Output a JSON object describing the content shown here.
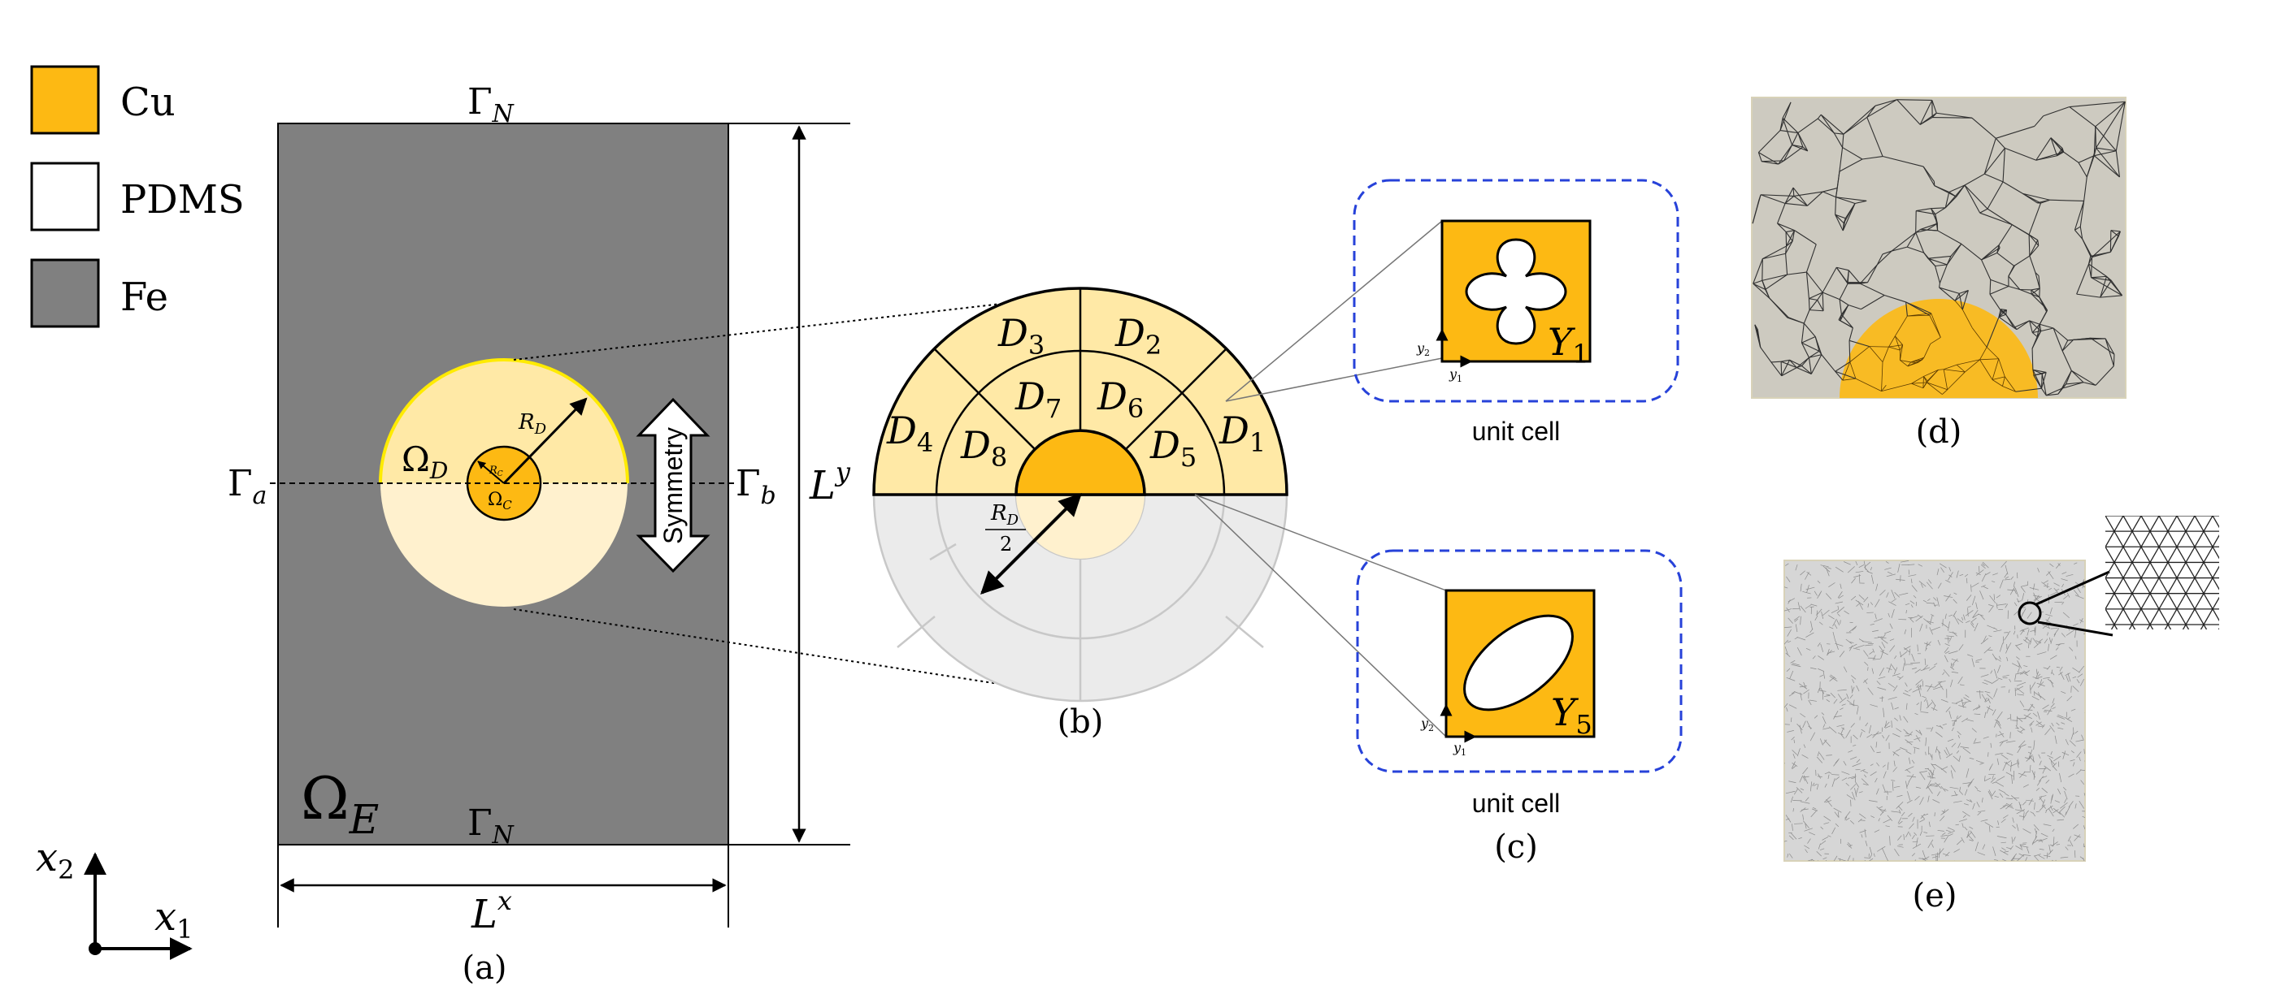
{
  "legend": [
    {
      "label": "Cu",
      "color": "#FDB913"
    },
    {
      "label": "PDMS",
      "color": "#FFFFFF"
    },
    {
      "label": "Fe",
      "color": "#808080"
    }
  ],
  "panel_a": {
    "caption": "(a)",
    "gamma_n_top": "Γ",
    "gamma_n_top_sub": "N",
    "gamma_n_bottom": "Γ",
    "gamma_n_bottom_sub": "N",
    "gamma_a": "Γ",
    "gamma_a_sub": "a",
    "gamma_b": "Γ",
    "gamma_b_sub": "b",
    "omega_d": "Ω",
    "omega_d_sub": "D",
    "omega_c": "Ω",
    "omega_c_sub": "C",
    "omega_e": "Ω",
    "omega_e_sub": "E",
    "r_d": "R",
    "r_d_sub": "D",
    "r_c": "R",
    "r_c_sub": "C",
    "symmetry": "Symmetry",
    "l_y": "L",
    "l_y_sup": "y",
    "l_x": "L",
    "l_x_sup": "x",
    "axis_x2": "x",
    "axis_x2_sub": "2",
    "axis_x1": "x",
    "axis_x1_sub": "1"
  },
  "panel_b": {
    "caption": "(b)",
    "regions": [
      {
        "name": "D",
        "sub": "1"
      },
      {
        "name": "D",
        "sub": "2"
      },
      {
        "name": "D",
        "sub": "3"
      },
      {
        "name": "D",
        "sub": "4"
      },
      {
        "name": "D",
        "sub": "5"
      },
      {
        "name": "D",
        "sub": "6"
      },
      {
        "name": "D",
        "sub": "7"
      },
      {
        "name": "D",
        "sub": "8"
      }
    ],
    "half_radius_num": "R",
    "half_radius_num_sub": "D",
    "half_radius_den": "2"
  },
  "panel_c": {
    "caption": "(c)",
    "cells": [
      {
        "label": "Y",
        "label_sub": "1",
        "caption": "unit cell",
        "axis_y1": "y",
        "axis_y1_sub": "1",
        "axis_y2": "y",
        "axis_y2_sub": "2"
      },
      {
        "label": "Y",
        "label_sub": "5",
        "caption": "unit cell",
        "axis_y1": "y",
        "axis_y1_sub": "1",
        "axis_y2": "y",
        "axis_y2_sub": "2"
      }
    ]
  },
  "panel_d": {
    "caption": "(d)"
  },
  "panel_e": {
    "caption": "(e)"
  },
  "colors": {
    "cu": "#FDB913",
    "fe": "#808080",
    "domain_light": "#FFE9A6",
    "domain_lighter": "#FFF1CE",
    "grey_half": "#EBEBEB",
    "mesh_bg": "#CDCAC0",
    "dash_blue": "#2742D9"
  }
}
